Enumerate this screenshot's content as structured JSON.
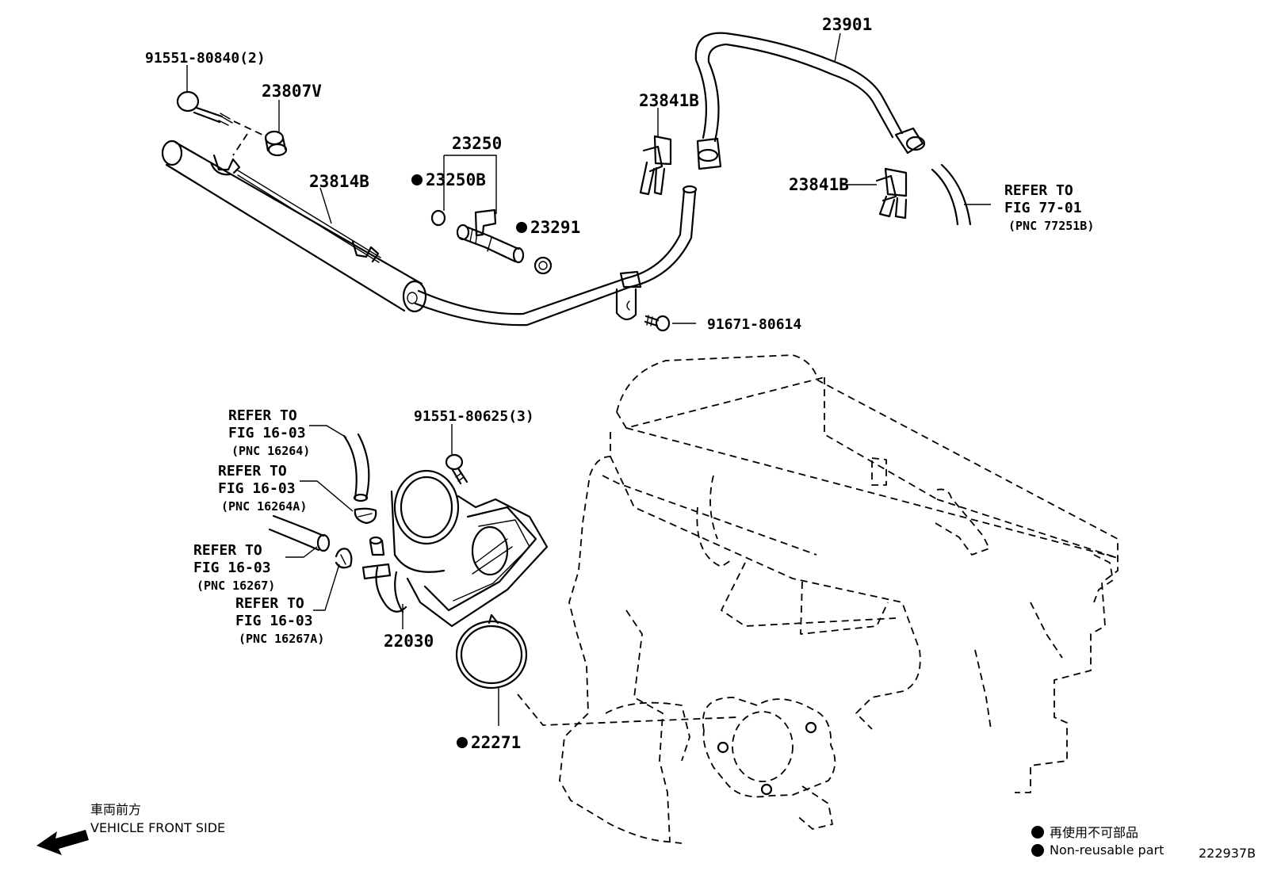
{
  "labels": {
    "bolt_top": "91551-80840(2)",
    "spacer": "23807V",
    "delivery_pipe": "23814B",
    "injector_set": "23250",
    "o_ring_injector": "23250B",
    "insulator": "23291",
    "fuel_hose": "23901",
    "clamp_left": "23841B",
    "clamp_right": "23841B",
    "bolt_bracket": "91671-80614",
    "bolt_throttle": "91551-80625(3)",
    "throttle_body": "22030",
    "gasket": "22271",
    "diagram_id": "222937B"
  },
  "refer_notes": [
    {
      "line1": "REFER TO",
      "line2": "FIG 77-01",
      "line3": "(PNC 77251B)"
    },
    {
      "line1": "REFER TO",
      "line2": "FIG 16-03",
      "line3": "(PNC 16264)"
    },
    {
      "line1": "REFER TO",
      "line2": "FIG 16-03",
      "line3": "(PNC 16264A)"
    },
    {
      "line1": "REFER TO",
      "line2": "FIG 16-03",
      "line3": "(PNC 16267)"
    },
    {
      "line1": "REFER TO",
      "line2": "FIG 16-03",
      "line3": "(PNC 16267A)"
    }
  ],
  "direction": {
    "japanese": "車両前方",
    "english": "VEHICLE FRONT SIDE"
  },
  "legend": {
    "japanese": "再使用不可部品",
    "english": "Non-reusable part"
  }
}
